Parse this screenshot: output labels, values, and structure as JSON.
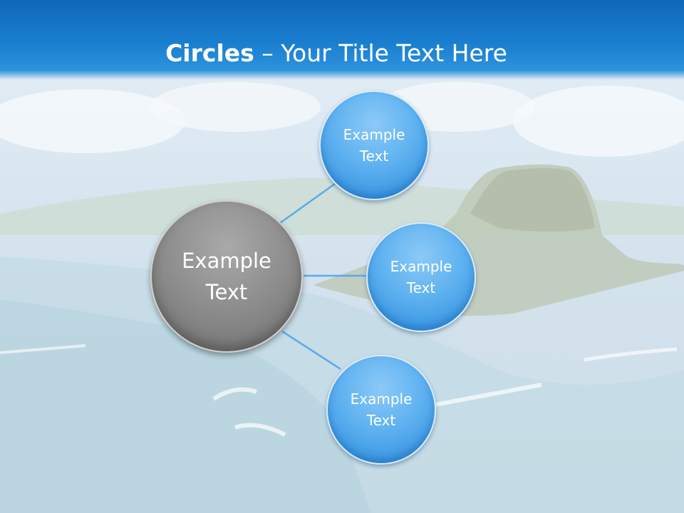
{
  "slide": {
    "title_bold": "Circles",
    "title_rest": " – Your Title Text Here"
  },
  "diagram": {
    "center": {
      "label": "Example\nText"
    },
    "satellites": [
      {
        "label": "Example\nText"
      },
      {
        "label": "Example\nText"
      },
      {
        "label": "Example\nText"
      }
    ]
  },
  "colors": {
    "title_bar": "#1a7fd0",
    "satellite_fill": "#5fb2f0",
    "center_fill": "#8c8c8c",
    "connector": "#5aa9ea"
  }
}
